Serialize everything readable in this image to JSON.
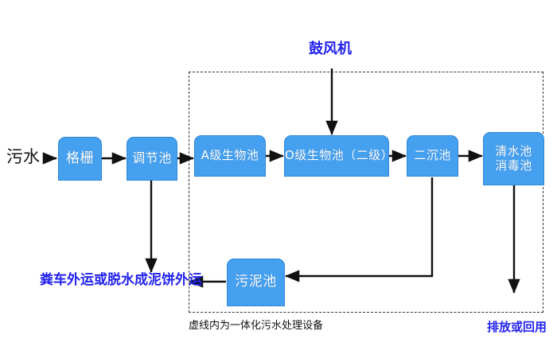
{
  "diagram": {
    "title_label": "鼓风机",
    "caption": "虚线内为一体化污水处理设备",
    "inlet_label": "污水",
    "sludge_outlet_label": "粪车外运或脱水成泥饼外运",
    "effluent_label": "排放或回用",
    "colors": {
      "node_fill": "#45a0f0",
      "node_stroke": "#2f86d6",
      "node_text": "#ffffff",
      "accent_text": "#2222ee",
      "plain_text": "#111111",
      "connector": "#111111",
      "dashed_border": "#333333"
    },
    "nodes": [
      {
        "id": "grille",
        "label": "格栅"
      },
      {
        "id": "equalization",
        "label": "调节池"
      },
      {
        "id": "a-stage",
        "label": "A级生物池"
      },
      {
        "id": "o-stage",
        "label": "O级生物池（二级）"
      },
      {
        "id": "clarifier",
        "label": "二沉池"
      },
      {
        "id": "clearwater",
        "label": "清水池\n消毒池"
      },
      {
        "id": "sludge",
        "label": "污泥池"
      }
    ]
  }
}
